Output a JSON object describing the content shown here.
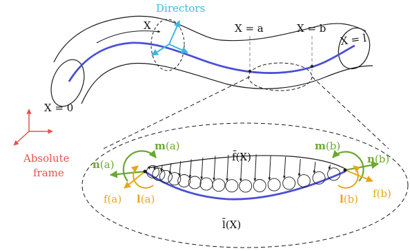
{
  "labels": {
    "directors": "Directors",
    "x_generic": "X",
    "x_a": "X = a",
    "x_b": "X = b",
    "x_l": "X = l",
    "x_0": "X = 0",
    "absolute_frame_line1": "Absolute",
    "absolute_frame_line2": "frame",
    "moment_a_bold": "m",
    "moment_a_arg": "(a)",
    "moment_b_bold": "m",
    "moment_b_arg": "(b)",
    "normal_a_bold": "n",
    "normal_a_arg": "(a)",
    "normal_b_bold": "n",
    "normal_b_arg": "(b)",
    "force_a": "f(a)",
    "force_b": "f(b)",
    "couple_a_bold": "l",
    "couple_a_arg": "(a)",
    "couple_b_bold": "l",
    "couple_b_arg": "(b)",
    "dist_force": "f̄(X)",
    "dist_couple": "l̄(X)"
  },
  "colors": {
    "centerline": "#4a4fd6",
    "directors": "#3fb6df",
    "absolute_frame": "#e8504b",
    "moment": "#6aa82f",
    "force": "#e8a617",
    "outline": "#1a1a1a",
    "guide": "#888888"
  }
}
